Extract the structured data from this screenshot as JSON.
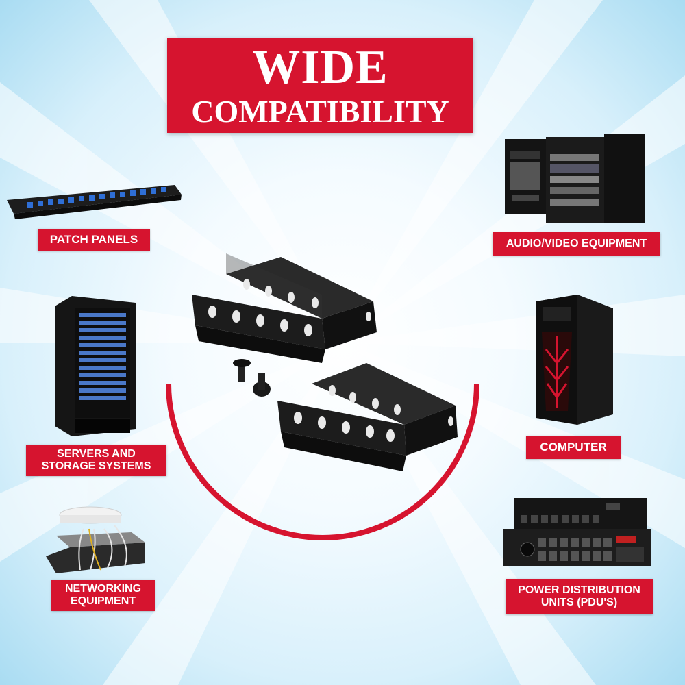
{
  "title": {
    "line1": "WIDE",
    "line2": "COMPATIBILITY"
  },
  "labels": {
    "patch_panels": "PATCH PANELS",
    "audio_video": "AUDIO/VIDEO EQUIPMENT",
    "servers_line1": "SERVERS AND",
    "servers_line2": "STORAGE SYSTEMS",
    "computer": "COMPUTER",
    "networking_line1": "NETWORKING",
    "networking_line2": "EQUIPMENT",
    "pdu_line1": "POWER DISTRIBUTION",
    "pdu_line2": "UNITS (PDU'S)"
  },
  "colors": {
    "accent": "#d6142f",
    "background": "#d8f0fb",
    "equipment": "#1a1a1a"
  }
}
